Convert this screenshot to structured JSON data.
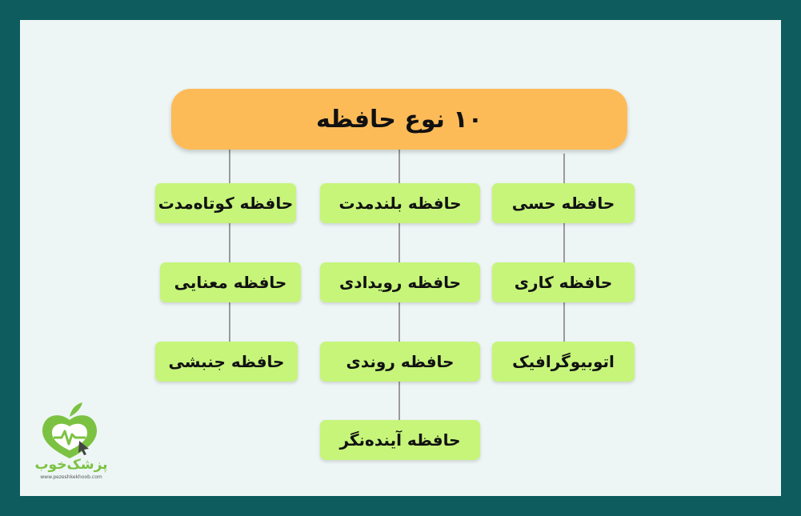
{
  "diagram": {
    "title": "۱۰ نوع حافظه",
    "columns": {
      "right": [
        "حافظه حسی",
        "حافظه کاری",
        "اتوبیوگرافیک"
      ],
      "middle": [
        "حافظه بلندمدت",
        "حافظه رویدادی",
        "حافظه روندی",
        "حافظه آینده‌نگر"
      ],
      "left": [
        "حافظه کوتاه‌مدت",
        "حافظه معنایی",
        "حافظه جنبشی"
      ]
    }
  },
  "logo": {
    "brand": "پزشک‌خوب",
    "url": "www.pezeshkekhoob.com",
    "icon": "apple-heart-icon",
    "color": "#7cc242"
  },
  "colors": {
    "frame": "#0e5c5e",
    "background": "#eef6f5",
    "title_box": "#fdbb58",
    "node": "#c6f57a"
  }
}
